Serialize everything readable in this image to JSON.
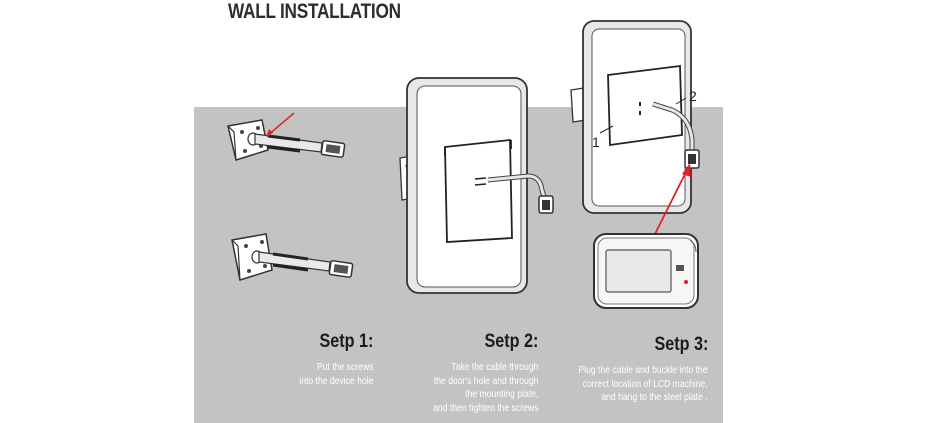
{
  "title": "WALL INSTALLATION",
  "steps": [
    {
      "heading": "Setp 1:",
      "lines": [
        "Put the screws",
        "into the device hole"
      ]
    },
    {
      "heading": "Setp 2:",
      "lines": [
        "Take the cable through",
        "the door's hole and through",
        "the mounting plate,",
        "and then tighten the screws"
      ]
    },
    {
      "heading": "Setp 3:",
      "lines": [
        "Plug the cable and buckle into the",
        "correct location of LCD machine,",
        "and hang to the steel plate ."
      ]
    }
  ],
  "callouts": {
    "label_1": "1",
    "label_2": "2"
  },
  "colors": {
    "background": "#ffffff",
    "band": "#c3c3c3",
    "arrow": "#e0202a",
    "text_light": "#ffffff",
    "text_dark": "#1c1c1c"
  }
}
